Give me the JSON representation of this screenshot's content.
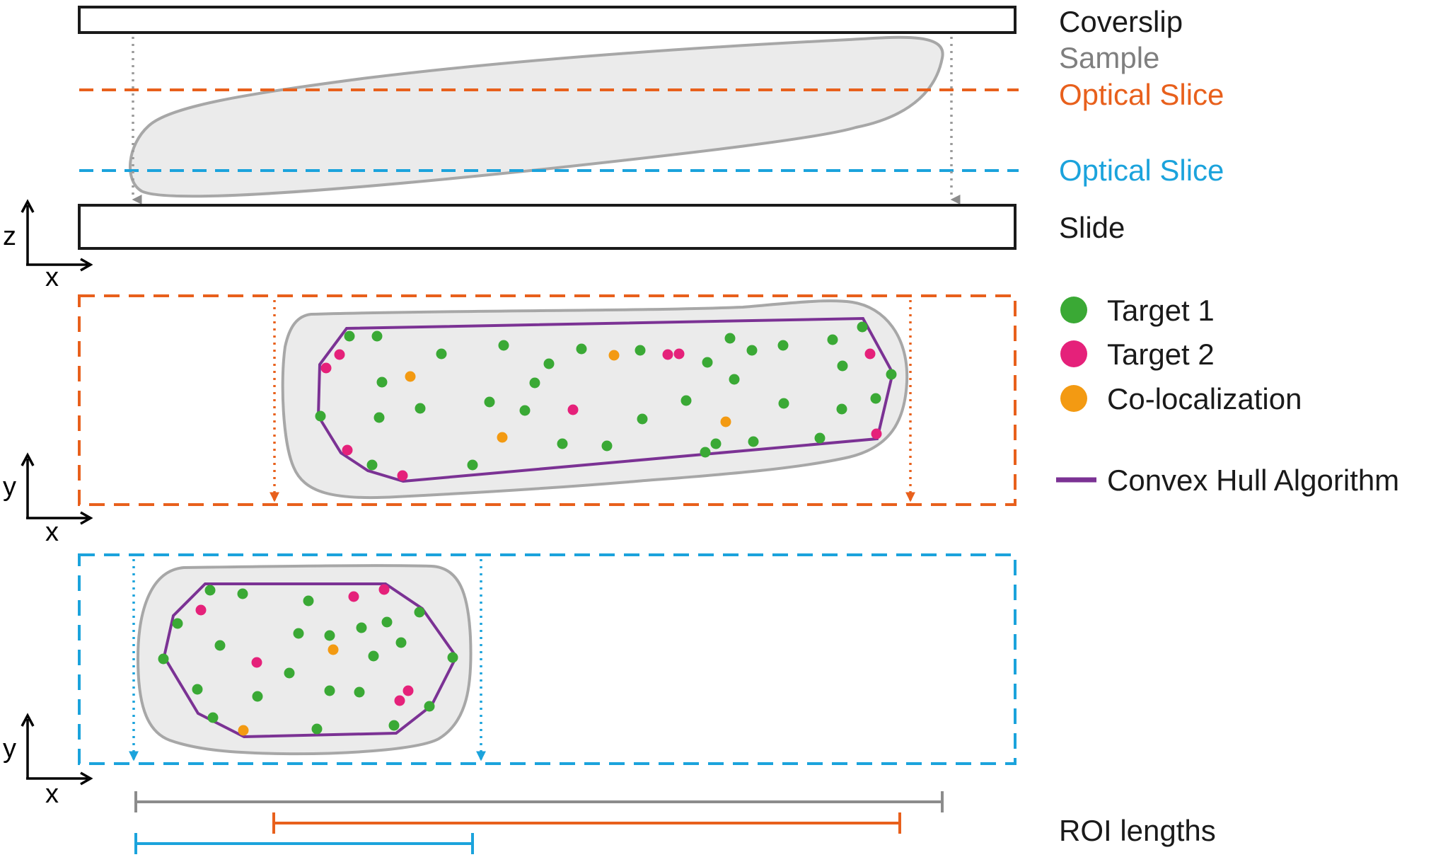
{
  "colors": {
    "black": "#1a1a1a",
    "gray": "#7f7f7f",
    "lightgray": "#a7a7a7",
    "fill": "#ebebeb",
    "orange": "#e8601c",
    "blue": "#1ba3dc",
    "green": "#3aa935",
    "pink": "#e5217a",
    "gold": "#f39a12",
    "purple": "#7b3294"
  },
  "side_view": {
    "coverslip_label": "Coverslip",
    "sample_label": "Sample",
    "optical_slice_orange_label": "Optical Slice",
    "optical_slice_blue_label": "Optical Slice",
    "slide_label": "Slide",
    "axis_vertical": "z",
    "axis_horizontal": "x"
  },
  "orange_slice_view": {
    "axis_vertical": "y",
    "axis_horizontal": "x"
  },
  "blue_slice_view": {
    "axis_vertical": "y",
    "axis_horizontal": "x"
  },
  "legend": {
    "target1": "Target 1",
    "target2": "Target 2",
    "coloc": "Co-localization",
    "hull": "Convex Hull Algorithm"
  },
  "roi": {
    "label": "ROI lengths"
  }
}
